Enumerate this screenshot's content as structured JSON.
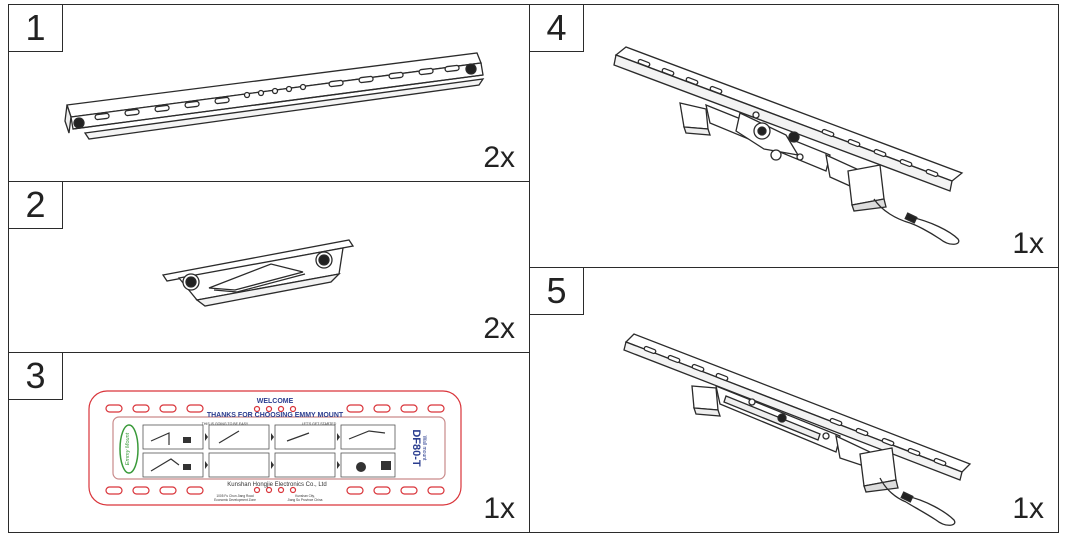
{
  "panels": [
    {
      "number": "1",
      "quantity": "2x"
    },
    {
      "number": "2",
      "quantity": "2x"
    },
    {
      "number": "3",
      "quantity": "1x"
    },
    {
      "number": "4",
      "quantity": "1x"
    },
    {
      "number": "5",
      "quantity": "1x"
    }
  ],
  "card": {
    "welcome": "WELCOME",
    "thanks": "THANKS FOR CHOOSING EMMY MOUNT",
    "easy": "THIS IS GOING TO BE EASY",
    "started": "LET'S GET STARTED",
    "brand": "Emmy Mount",
    "model": "DF80-T",
    "model_sub": "Wall mount",
    "company": "Kunshan Hongjie Electronics Co., Ltd",
    "address_left_1": "1005 Fu Chun Jiang Road",
    "address_left_2": "Economic Development Zone",
    "address_right_1": "Kunshan City,",
    "address_right_2": "Jiang Su Province China"
  },
  "colors": {
    "line": "#2b2b2b",
    "card_red": "#d9343a",
    "card_blue": "#2a3d8f",
    "card_green": "#3a9a3a"
  }
}
